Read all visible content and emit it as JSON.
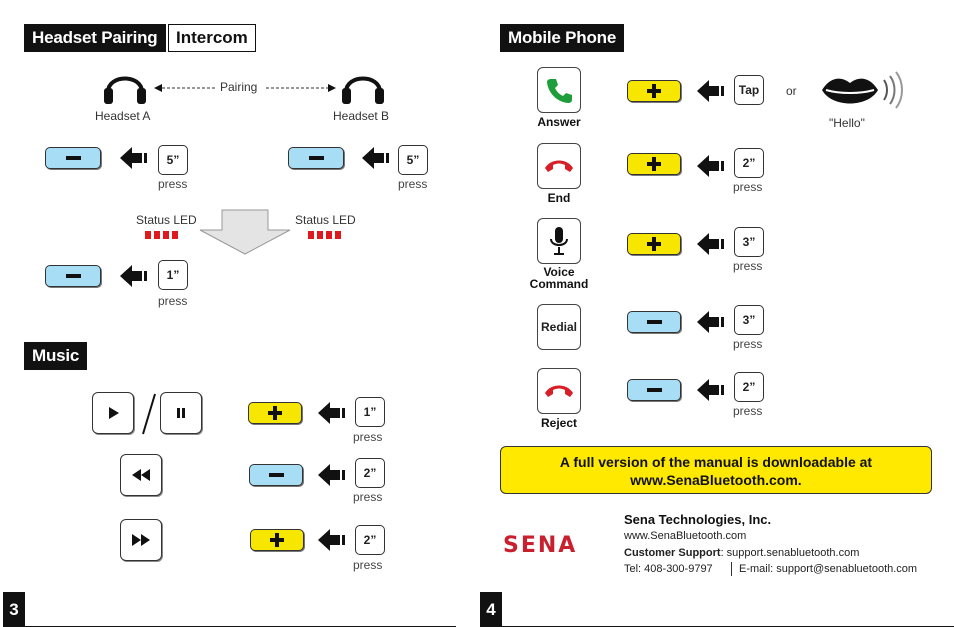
{
  "left": {
    "headers": {
      "pairing": "Headset Pairing",
      "intercom": "Intercom",
      "music": "Music"
    },
    "pairing_label": "Pairing",
    "headset_a": "Headset A",
    "headset_b": "Headset B",
    "status_led_left": "Status LED",
    "status_led_right": "Status LED",
    "step1_a_time": "5”",
    "step1_b_time": "5”",
    "step2_time": "1”",
    "press": "press",
    "music_play_time": "1”",
    "music_prev_time": "2”",
    "music_next_time": "2”",
    "page_number": "3"
  },
  "right": {
    "header": "Mobile Phone",
    "rows": [
      {
        "label": "Answer",
        "time": "Tap",
        "button": "plus"
      },
      {
        "label": "End",
        "time": "2”",
        "button": "plus"
      },
      {
        "label": "Voice Command",
        "time": "3”",
        "button": "plus"
      },
      {
        "label": "Redial",
        "time": "3”",
        "button": "minus"
      },
      {
        "label": "Reject",
        "time": "2”",
        "button": "minus"
      }
    ],
    "or_label": "or",
    "hello_label": "\"Hello\"",
    "redial_box_text": "Redial",
    "press": "press",
    "banner_line1": "A full version of the manual is downloadable at",
    "banner_line2": "www.SenaBluetooth.com.",
    "company_name": "Sena Technologies, Inc.",
    "company_url": "www.SenaBluetooth.com",
    "support_label": "Customer Support",
    "support_value": ": support.senabluetooth.com",
    "tel": "Tel: 408-300-9797",
    "email": "E-mail: support@senabluetooth.com",
    "logo_text": "SENA",
    "page_number": "4"
  },
  "colors": {
    "minus_button": "#a8def5",
    "plus_button": "#f7e600",
    "led": "#e0191f",
    "banner": "#ffe900",
    "logo": "#c8202f",
    "answer_green": "#1e9e3a",
    "end_red": "#d81e26"
  }
}
